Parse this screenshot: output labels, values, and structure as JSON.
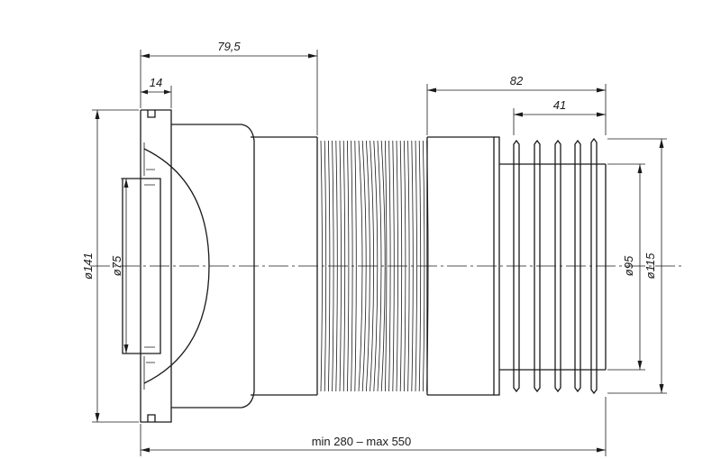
{
  "dimensions": {
    "length_79_5": "79,5",
    "flange_14": "14",
    "length_82": "82",
    "length_41": "41",
    "dia_141": "ø141",
    "dia_75": "ø75",
    "dia_95": "ø95",
    "dia_115": "ø115",
    "overall_length": "min 280 – max 550"
  },
  "colors": {
    "line": "#1a1a1a",
    "background": "#ffffff"
  }
}
